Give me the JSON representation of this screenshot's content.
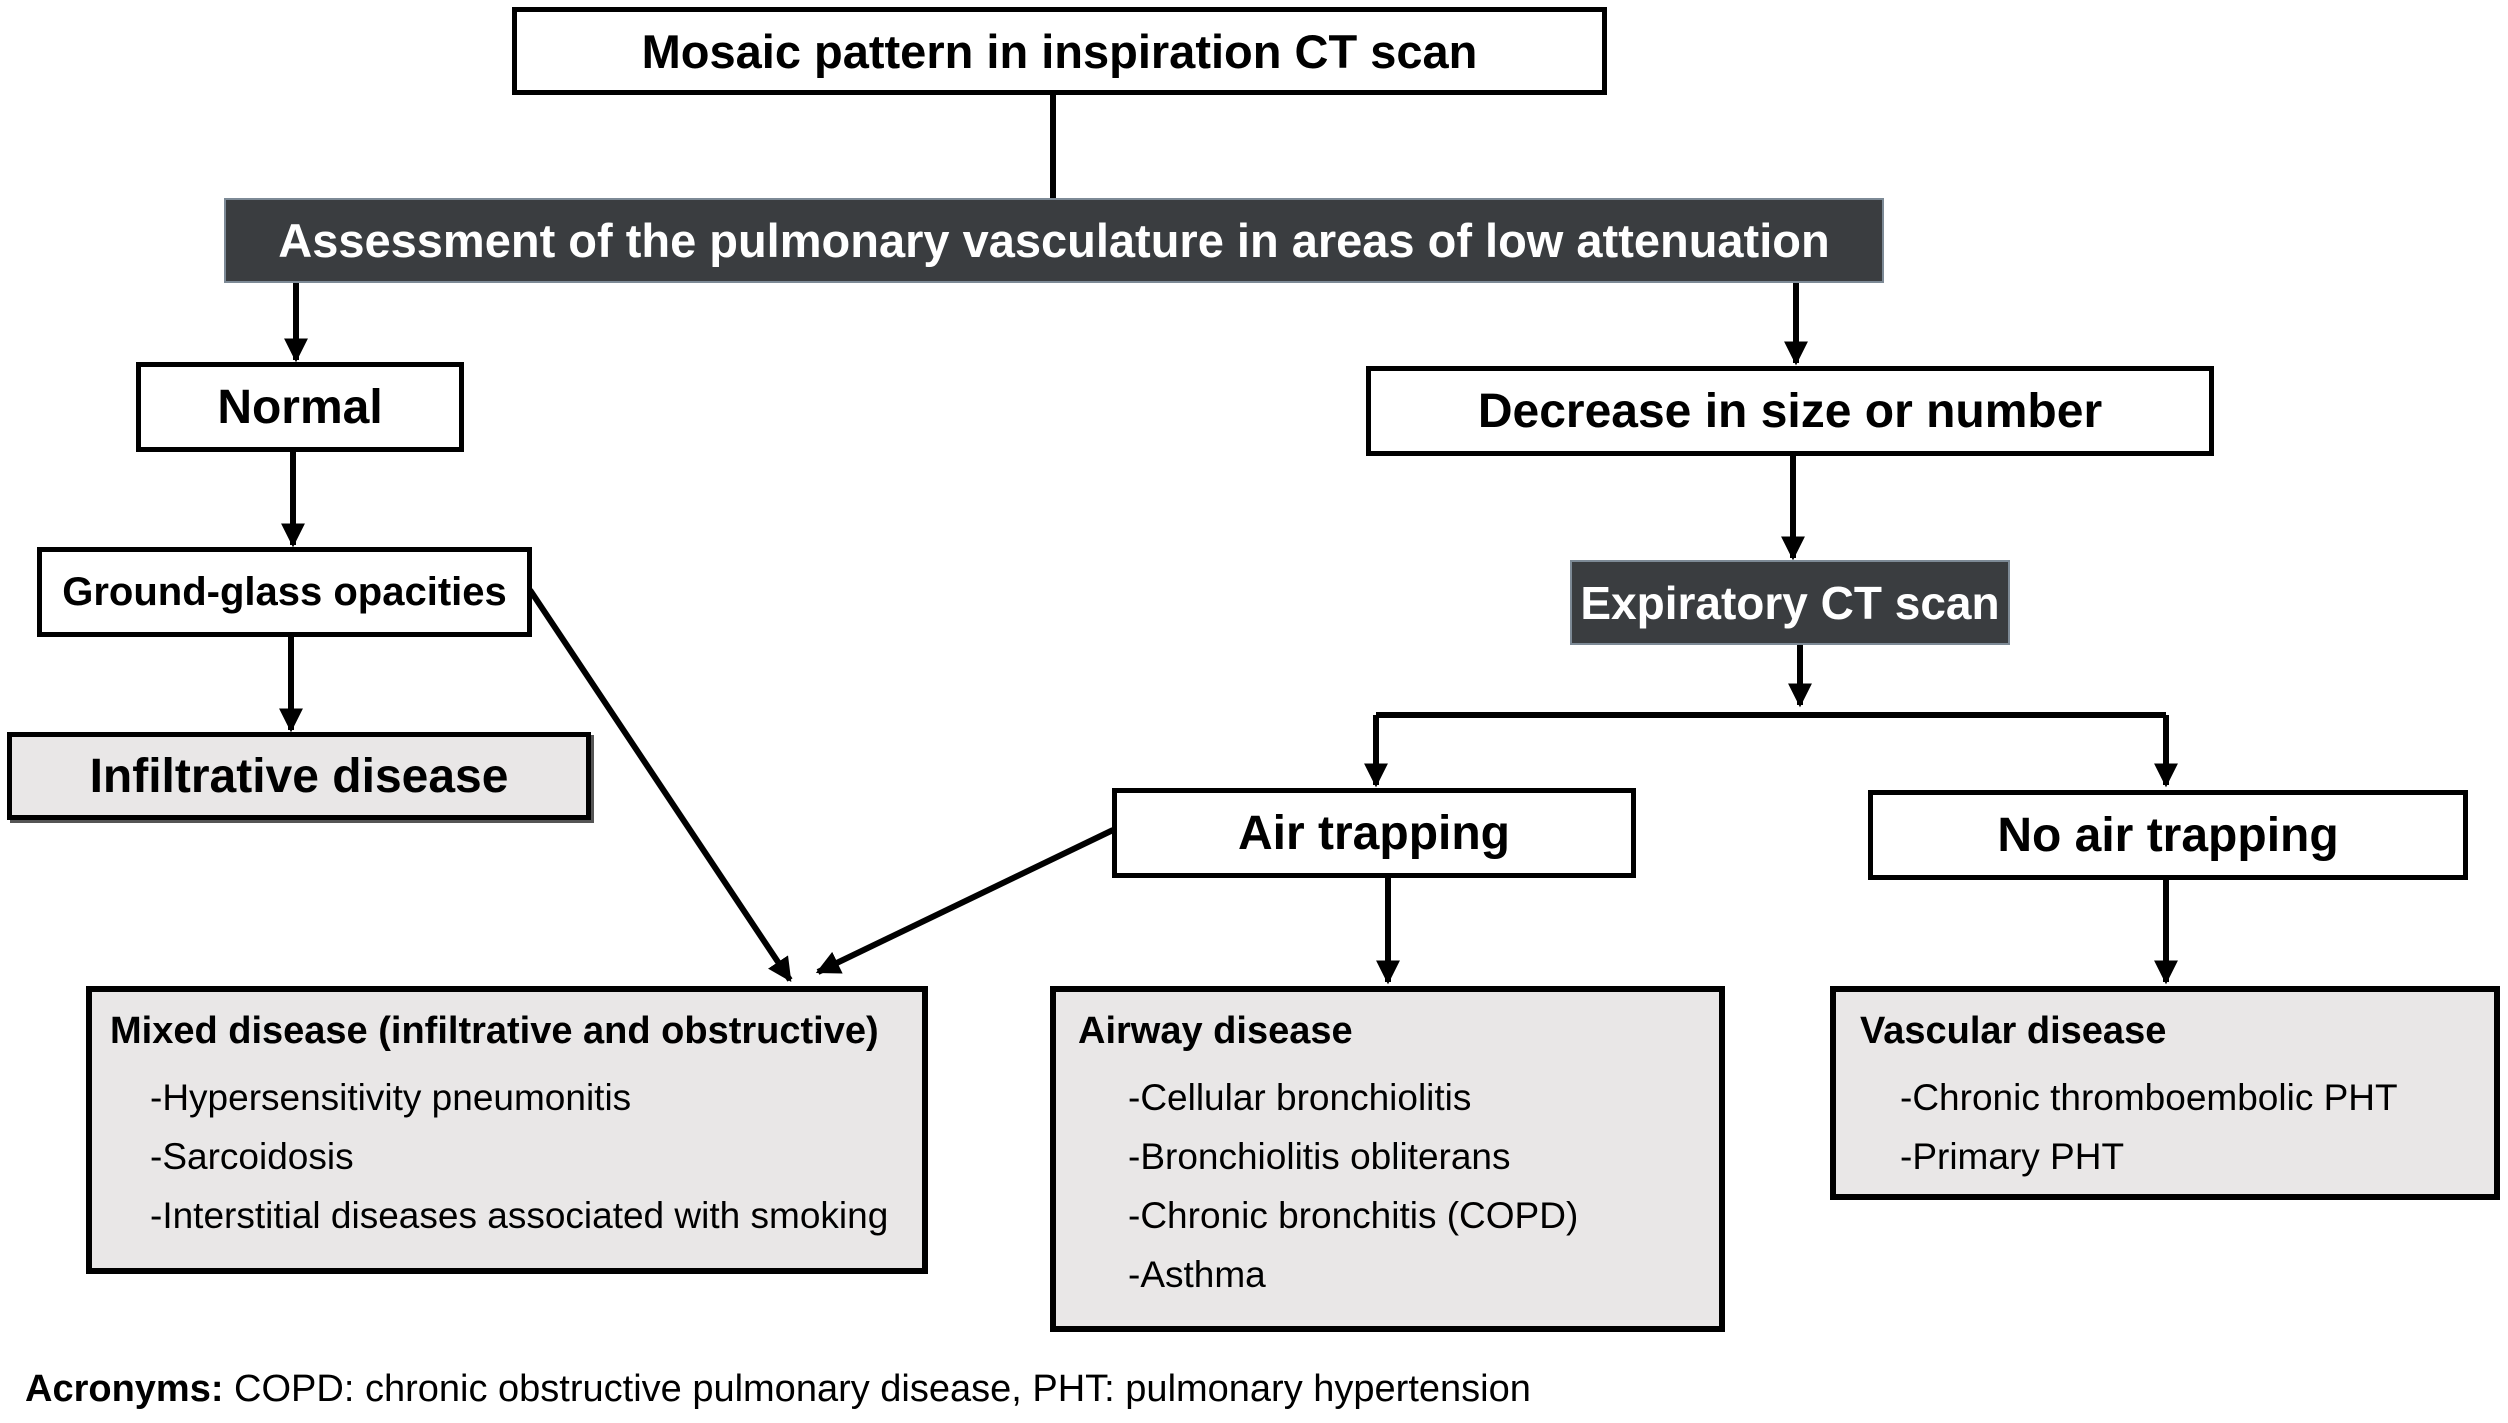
{
  "nodes": {
    "root": "Mosaic pattern in inspiration CT scan",
    "assessment": "Assessment of the pulmonary vasculature in areas of low attenuation",
    "normal": "Normal",
    "decrease": "Decrease in size or number",
    "ground_glass": "Ground-glass opacities",
    "expiratory": "Expiratory CT scan",
    "infiltrative": "Infiltrative disease",
    "air_trapping": "Air trapping",
    "no_air_trapping": "No air trapping"
  },
  "outcomes": {
    "mixed": {
      "title": "Mixed disease (infiltrative and obstructive)",
      "items": [
        "-Hypersensitivity pneumonitis",
        "-Sarcoidosis",
        "-Interstitial diseases associated with smoking"
      ]
    },
    "airway": {
      "title": "Airway disease",
      "items": [
        "-Cellular bronchiolitis",
        "-Bronchiolitis obliterans",
        "-Chronic bronchitis (COPD)",
        "-Asthma"
      ]
    },
    "vascular": {
      "title": "Vascular disease",
      "items": [
        "-Chronic thromboembolic PHT",
        "-Primary PHT"
      ]
    }
  },
  "footer": {
    "label": "Acronyms:",
    "text": " COPD: chronic obstructive pulmonary disease, PHT: pulmonary hypertension"
  },
  "colors": {
    "dark_fill": "#3a3d40",
    "grey_fill": "#e9e7e7"
  }
}
